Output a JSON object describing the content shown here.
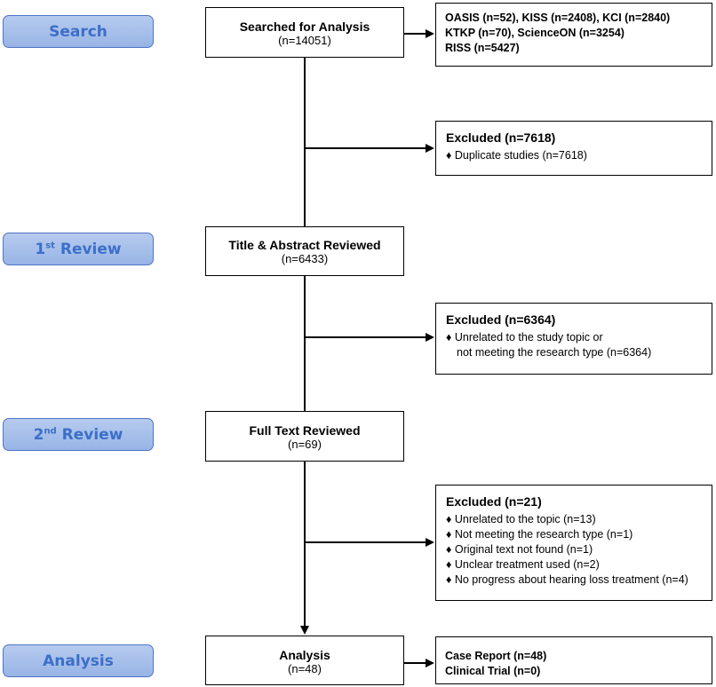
{
  "stages": {
    "search": "Search",
    "first_review": {
      "prefix": "1",
      "sup": "st",
      "suffix": " Review"
    },
    "second_review": {
      "prefix": "2",
      "sup": "nd",
      "suffix": " Review"
    },
    "analysis": "Analysis"
  },
  "searched": {
    "title": "Searched for Analysis",
    "count": "(n=14051)"
  },
  "sources": {
    "lines": [
      "OASIS (n=52), KISS (n=2408), KCI (n=2840)",
      "KTKP (n=70), ScienceON (n=3254)",
      "RISS (n=5427)"
    ]
  },
  "excluded1": {
    "header": "Excluded (n=7618)",
    "items": [
      "♦ Duplicate studies (n=7618)"
    ]
  },
  "title_abstract": {
    "title": "Title & Abstract Reviewed",
    "count": "(n=6433)"
  },
  "excluded2": {
    "header": "Excluded (n=6364)",
    "item": "♦ Unrelated to the study topic or",
    "item_cont": "not meeting the research type (n=6364)"
  },
  "full_text": {
    "title": "Full Text Reviewed",
    "count": "(n=69)"
  },
  "excluded3": {
    "header": "Excluded (n=21)",
    "items": [
      "♦ Unrelated to the topic (n=13)",
      "♦ Not meeting the research type (n=1)",
      "♦ Original text not found (n=1)",
      "♦ Unclear treatment used (n=2)",
      "♦ No progress about hearing loss treatment (n=4)"
    ]
  },
  "analysis_box": {
    "title": "Analysis",
    "count": "(n=48)"
  },
  "results": {
    "lines": [
      "Case Report (n=48)",
      "Clinical Trial (n=0)"
    ]
  },
  "colors": {
    "pill_text": "#3c6fc9",
    "pill_border": "#4f75c4",
    "pill_fill": "#a8c0ea"
  }
}
